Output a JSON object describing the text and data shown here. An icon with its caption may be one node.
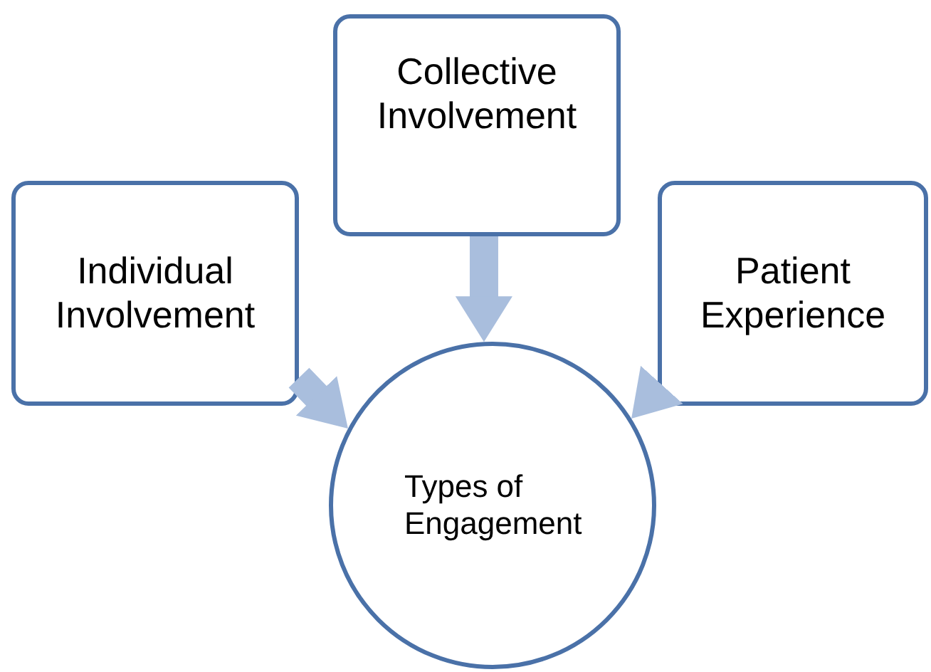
{
  "diagram": {
    "nodes": [
      {
        "text": [
          "Collective Involvement"
        ]
      },
      {
        "text": [
          "Individual Involvement"
        ]
      },
      {
        "text": [
          "Patient Experience"
        ]
      },
      {
        "text": [
          "Types of Engagement"
        ]
      }
    ],
    "edges": [
      {
        "from": 0,
        "to": 3,
        "arrow": "to"
      },
      {
        "from": 1,
        "to": 3,
        "arrow": "to"
      },
      {
        "from": 2,
        "to": 3,
        "arrow": "to"
      }
    ]
  }
}
